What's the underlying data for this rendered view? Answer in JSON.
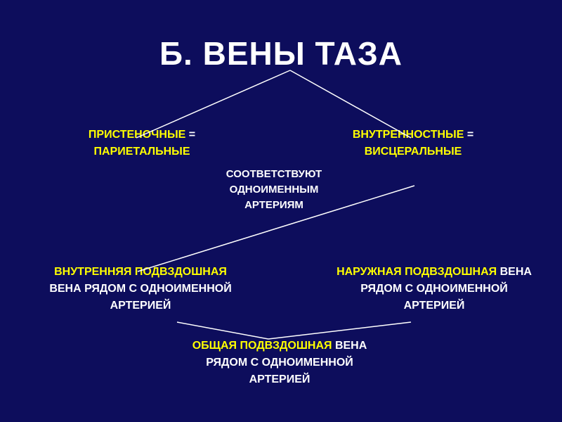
{
  "title": "Б. ВЕНЫ ТАЗА",
  "colors": {
    "background": "#0d0d5c",
    "accent": "#ffff00",
    "text": "#ffffff",
    "line": "#ffffff"
  },
  "nodes": {
    "parietal": {
      "yellow_part": "ПРИСТЕНОЧНЫЕ",
      "white_part": " = ",
      "yellow_part2": "ПАРИЕТАЛЬНЫЕ"
    },
    "visceral": {
      "yellow_part": "ВНУТРЕННОСТНЫЕ",
      "white_part": " = ",
      "yellow_part2": "ВИСЦЕРАЛЬНЫЕ"
    },
    "correspond": {
      "line1": "СООТВЕТСТВУЮТ",
      "line2": "ОДНОИМЕННЫМ",
      "line3": "АРТЕРИЯМ"
    },
    "internal_iliac": {
      "yellow_part": "ВНУТРЕННЯЯ ПОДВЗДОШНАЯ",
      "white_part": " ВЕНА",
      "line2": "РЯДОМ С ОДНОИМЕННОЙ АРТЕРИЕЙ"
    },
    "external_iliac": {
      "yellow_part": "НАРУЖНАЯ ПОДВЗДОШНАЯ",
      "white_part": " ВЕНА",
      "line2": "РЯДОМ С ОДНОИМЕННОЙ АРТЕРИЕЙ"
    },
    "common_iliac": {
      "yellow_part": "ОБЩАЯ ПОДВЗДОШНАЯ",
      "white_part": " ВЕНА",
      "line2": "РЯДОМ С ОДНОИМЕННОЙ АРТЕРИЕЙ"
    }
  }
}
